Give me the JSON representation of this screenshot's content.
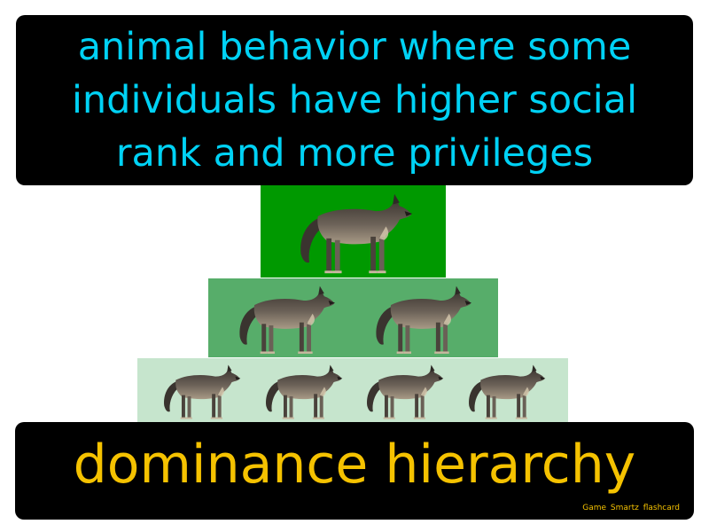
{
  "definition": {
    "text": "animal behavior where some individuals have higher social rank and more privileges"
  },
  "pyramid": {
    "levels": [
      {
        "wolf_count": 1,
        "color": "#009900"
      },
      {
        "wolf_count": 2,
        "color": "#57ad6a"
      },
      {
        "wolf_count": 4,
        "color": "#c6e5cd"
      }
    ],
    "icon": "wolf-icon"
  },
  "term": {
    "text": "dominance hierarchy"
  },
  "footer": {
    "brand": "Game Smartz flashcard"
  },
  "colors": {
    "definition_text": "#00d2f5",
    "term_text": "#f5c200",
    "box_background": "#000000"
  }
}
